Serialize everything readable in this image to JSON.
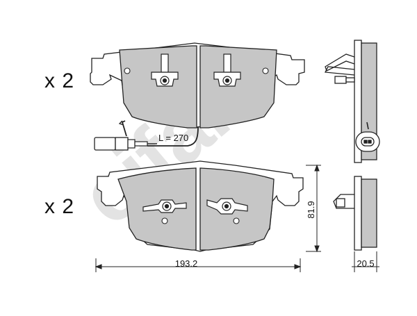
{
  "diagram": {
    "quantity_top": "x 2",
    "quantity_bottom": "x 2",
    "sensor_length_label": "L = 270",
    "dim_width": "193.2",
    "dim_height": "81.9",
    "dim_thickness": "20.5",
    "watermark_text": "cifam",
    "colors": {
      "pad_fill": "#c6c6c6",
      "outline": "#222222",
      "watermark": "#e3e3e3"
    }
  }
}
